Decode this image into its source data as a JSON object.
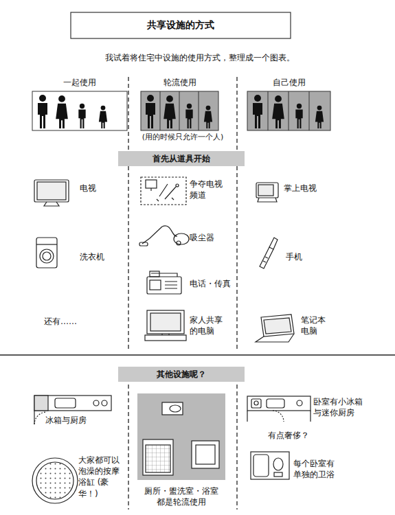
{
  "diagram": {
    "title": "共享设施的方式",
    "nodes": [
      {
        "text": [
          "一起使用"
        ]
      },
      {
        "text": [
          "轮流使用"
        ]
      },
      {
        "text": [
          "自己使用"
        ]
      },
      {
        "text": [
          "首先从道具开始"
        ]
      },
      {
        "text": [
          "其他设施呢？"
        ]
      },
      {
        "text": [
          "厕所・盥洗室・浴室 都是轮流使用"
        ]
      }
    ],
    "labels": [
      "我试着将住宅中设施的使用方式，整理成一个图表。",
      "(用的时候只允许一个人)",
      "电视",
      "争夺电视 频道",
      "掌上电视",
      "洗衣机",
      "吸尘器",
      "手机",
      "电话・传真",
      "还有……",
      "家人共享 的电脑",
      "笔记本 电脑",
      "冰箱与厨房",
      "卧室有小冰箱 与迷你厨房",
      "有点奢侈？",
      "大家都可以 泡澡的按摩 浴缸 (豪华！)",
      "每个卧室有 单独的卫浴"
    ]
  }
}
